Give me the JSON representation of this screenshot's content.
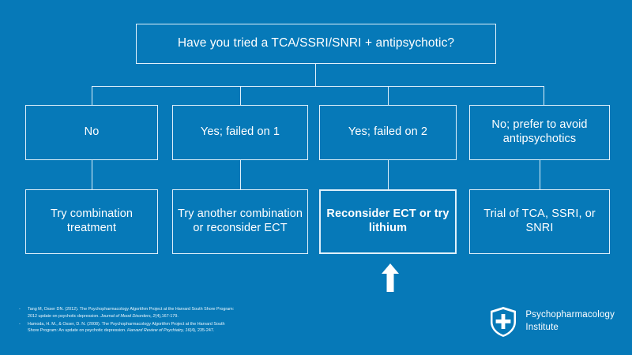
{
  "slide": {
    "background_color": "#0679b8",
    "line_color": "#dff1fb",
    "text_color": "#ffffff"
  },
  "flowchart": {
    "type": "decision-tree",
    "root": {
      "label": "Have you tried a TCA/SSRI/SNRI + antipsychotic?"
    },
    "branches": [
      {
        "answer": "No",
        "action": "Try combination treatment",
        "highlighted": false
      },
      {
        "answer": "Yes; failed on 1",
        "action": "Try another combination or reconsider ECT",
        "highlighted": false
      },
      {
        "answer": "Yes; failed on 2",
        "action": "Reconsider ECT or try lithium",
        "highlighted": true
      },
      {
        "answer": "No; prefer to avoid antipsychotics",
        "action": "Trial of TCA, SSRI, or SNRI",
        "highlighted": false
      }
    ],
    "pointer": {
      "icon": "up-arrow-icon",
      "points_to": "Reconsider ECT or try lithium"
    }
  },
  "footer": {
    "references": [
      {
        "bullet": "-",
        "line1": "Tang M, Osser DN. (2012). The Psychopharmacology Algorithm Project at the Harvard South Shore Program:",
        "line2_pre": "2012 update on psychotic depression. ",
        "line2_italic": "Journal of Mood Disorders, 2",
        "line2_post": "(4),167-179."
      },
      {
        "bullet": "-",
        "line1": "Hamoda, H. M., & Osser, D. N. (2008). The Psychopharmacology Algorithm Project at the Harvard South",
        "line2_pre": "Shore Program: An update on psychotic depression. ",
        "line2_italic": "Harvard Review of Psychiatry, 16",
        "line2_post": "(4), 235-247."
      }
    ],
    "logo": {
      "icon": "shield-cross-icon",
      "line1": "Psychopharmacology",
      "line2": "Institute"
    }
  }
}
